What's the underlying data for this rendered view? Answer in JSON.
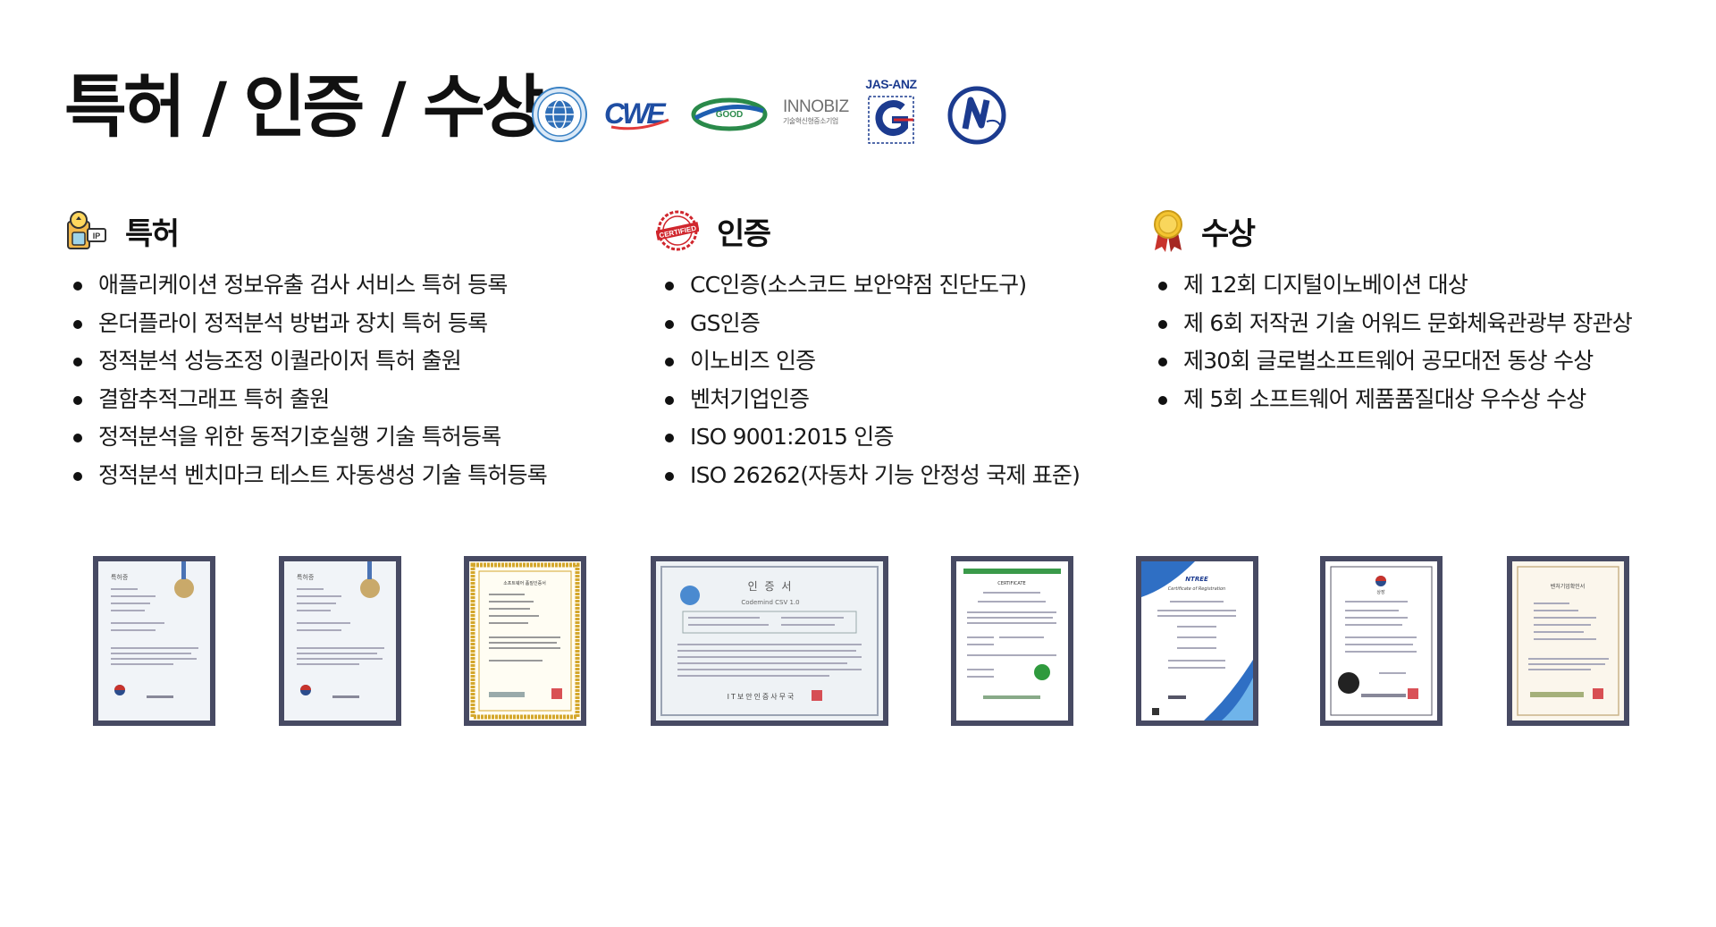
{
  "header": {
    "title": "특허 / 인증 / 수상",
    "logos": [
      {
        "icon": "globe-certification-logo"
      },
      {
        "icon": "cwe-logo",
        "text": "CWE"
      },
      {
        "icon": "good-software-logo",
        "text": "GOOD"
      },
      {
        "icon": "innobiz-logo",
        "text": "INNOBIZ",
        "subtext": "기술혁신형중소기업"
      },
      {
        "icon": "jas-anz-logo",
        "text": "JAS-ANZ"
      },
      {
        "icon": "ntree-certification-logo"
      }
    ]
  },
  "patents": {
    "title": "특허",
    "icon": "patent-ip-icon",
    "items": [
      "애플리케이션 정보유출 검사 서비스 특허 등록",
      "온더플라이 정적분석 방법과 장치 특허 등록",
      "정적분석 성능조정 이퀄라이저 특허 출원",
      "결함추적그래프 특허 출원",
      "정적분석을 위한 동적기호실행 기술 특허등록",
      "정적분석 벤치마크 테스트 자동생성 기술 특허등록"
    ]
  },
  "certifications": {
    "title": "인증",
    "icon": "certified-stamp-icon",
    "icon_text": "CERTIFIED",
    "items": [
      "CC인증(소스코드 보안약점 진단도구)",
      "GS인증",
      "이노비즈 인증",
      "벤처기업인증",
      "ISO 9001:2015 인증",
      "ISO 26262(자동차 기능 안정성 국제 표준)"
    ]
  },
  "awards": {
    "title": "수상",
    "icon": "medal-icon",
    "items": [
      "제 12회 디지털이노베이션 대상",
      "제 6회 저작권 기술 어워드 문화체육관광부 장관상",
      "제30회 글로벌소프트웨어 공모대전 동상 수상",
      "제 5회 소프트웨어 제품품질대상 우수상 수상"
    ]
  },
  "colors": {
    "frame": "#474a63",
    "title_text": "#111111",
    "gold": "#c9a23a",
    "red_stamp": "#d0262d",
    "blue": "#1c3b8f"
  },
  "certificates": [
    {
      "icon": "patent-certificate-thumbnail",
      "text": "특허증"
    },
    {
      "icon": "patent-certificate-thumbnail",
      "text": "특허증"
    },
    {
      "icon": "gs-certificate-thumbnail",
      "text": "소프트웨어 품질인증서"
    },
    {
      "icon": "cc-certificate-thumbnail",
      "text": "인 증 서",
      "subtext": "Codemind CSV 1.0",
      "footer": "IT보안인증사무국"
    },
    {
      "icon": "iso-certificate-thumbnail",
      "text": "CERTIFICATE"
    },
    {
      "icon": "ntree-registration-thumbnail",
      "text": "NTREE",
      "subtext": "Certificate of Registration"
    },
    {
      "icon": "award-certificate-thumbnail",
      "text": "상장"
    },
    {
      "icon": "venture-certificate-thumbnail",
      "text": "벤처기업확인서"
    }
  ]
}
